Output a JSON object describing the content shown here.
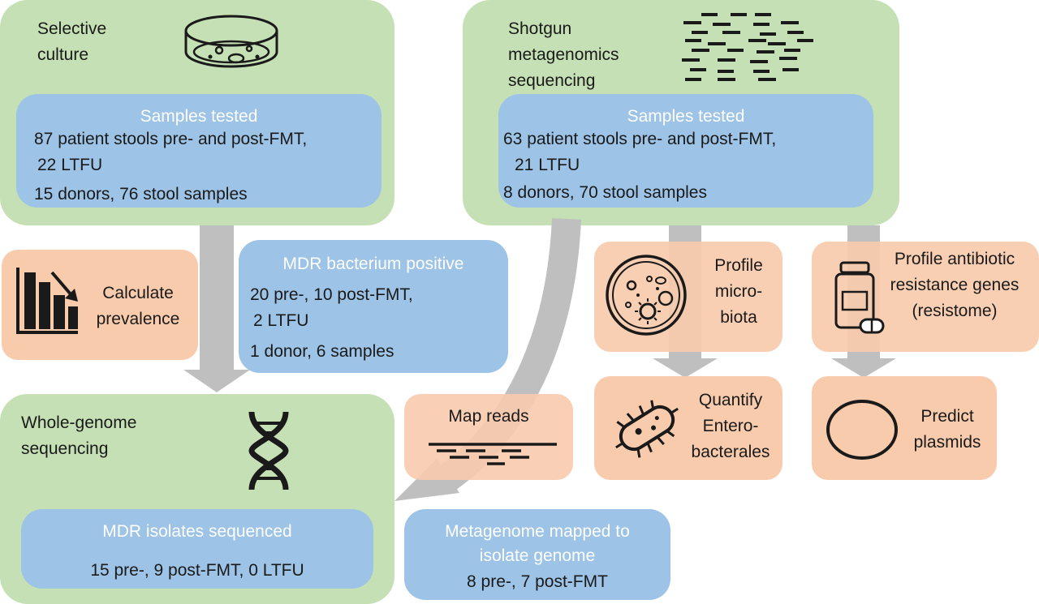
{
  "colors": {
    "green": "#c5e0b4",
    "blue": "#9dc3e6",
    "orange": "#f8cbad",
    "arrow": "#bfbfbf"
  },
  "culture": {
    "title_line1": "Selective",
    "title_line2": "culture",
    "samples_heading": "Samples tested",
    "line1": "87 patient stools pre- and post-FMT,",
    "line2": "22 LTFU",
    "line3": "15 donors, 76 stool samples"
  },
  "shotgun": {
    "title_line1": "Shotgun",
    "title_line2": "metagenomics",
    "title_line3": "sequencing",
    "samples_heading": "Samples tested",
    "line1": "63 patient stools pre- and post-FMT,",
    "line2": "21 LTFU",
    "line3": "8 donors, 70 stool samples"
  },
  "prevalence": {
    "line1": "Calculate",
    "line2": "prevalence"
  },
  "mdr_positive": {
    "heading": "MDR bacterium positive",
    "line1": "20 pre-, 10 post-FMT,",
    "line2": "2 LTFU",
    "line3": "1 donor, 6 samples"
  },
  "wgs": {
    "title_line1": "Whole-genome",
    "title_line2": "sequencing",
    "isolates_heading": "MDR isolates sequenced",
    "isolates_line": "15 pre-, 9 post-FMT, 0 LTFU"
  },
  "map_reads": {
    "label": "Map reads"
  },
  "metagenome_mapped": {
    "line1": "Metagenome mapped to",
    "line2": "isolate genome",
    "line3": "8 pre-, 7 post-FMT"
  },
  "microbiota": {
    "line1": "Profile",
    "line2": "micro-",
    "line3": "biota"
  },
  "resistome": {
    "line1": "Profile antibiotic",
    "line2": "resistance genes",
    "line3": "(resistome)"
  },
  "entero": {
    "line1": "Quantify",
    "line2": "Entero-",
    "line3": "bacterales"
  },
  "plasmids": {
    "line1": "Predict",
    "line2": "plasmids"
  }
}
